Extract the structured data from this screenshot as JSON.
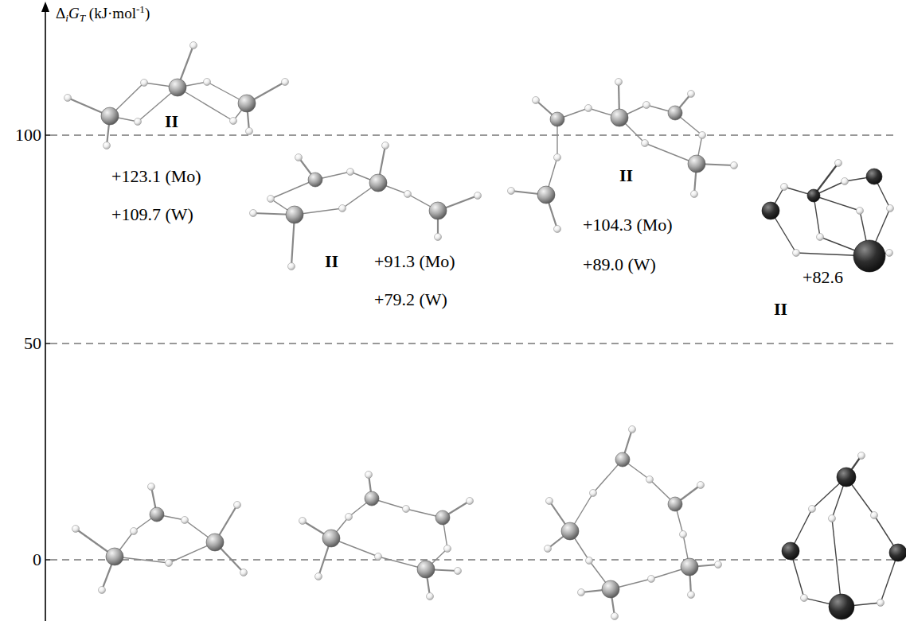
{
  "diagram": {
    "labels": [
      "ΔiGT (kJ·mol-1)",
      "100",
      "50",
      "0",
      "II",
      "+123.1 (Mo)",
      "+109.7 (W)",
      "II",
      "+91.3 (Mo)",
      "+79.2 (W)",
      "II",
      "+104.3 (Mo)",
      "+89.0 (W)",
      "II",
      "+82.6"
    ]
  }
}
